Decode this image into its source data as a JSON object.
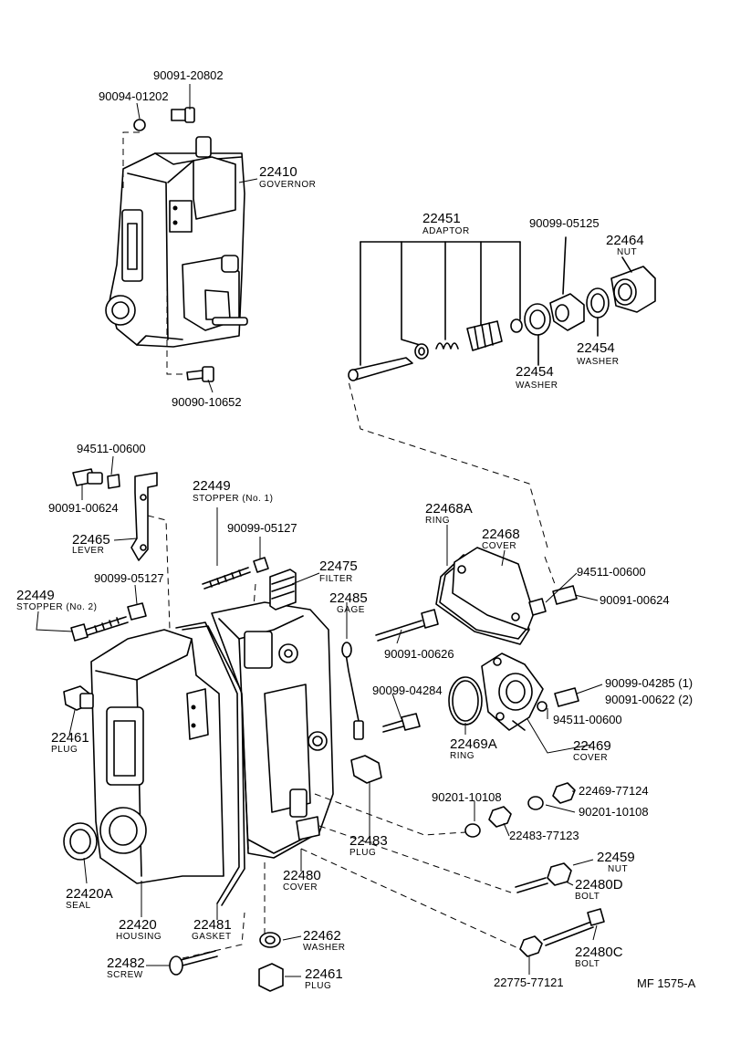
{
  "parts": {
    "p90091_20802": {
      "num": "90091-20802"
    },
    "p90094_01202": {
      "num": "90094-01202"
    },
    "p22410": {
      "num": "22410",
      "name": "GOVERNOR"
    },
    "p90090_10652": {
      "num": "90090-10652"
    },
    "p22451": {
      "num": "22451",
      "name": "ADAPTOR"
    },
    "p90099_05125": {
      "num": "90099-05125"
    },
    "p22464": {
      "num": "22464",
      "name": "NUT"
    },
    "p22454a": {
      "num": "22454",
      "name": "WASHER"
    },
    "p22454b": {
      "num": "22454",
      "name": "WASHER"
    },
    "p94511_00600a": {
      "num": "94511-00600"
    },
    "p90091_00624a": {
      "num": "90091-00624"
    },
    "p22465": {
      "num": "22465",
      "name": "LEVER"
    },
    "p22449a": {
      "num": "22449",
      "name": "STOPPER (No. 1)"
    },
    "p90099_05127a": {
      "num": "90099-05127"
    },
    "p22475": {
      "num": "22475",
      "name": "FILTER"
    },
    "p22468A": {
      "num": "22468A",
      "name": "RING"
    },
    "p22468": {
      "num": "22468",
      "name": "COVER"
    },
    "p94511_00600b": {
      "num": "94511-00600"
    },
    "p90091_00624b": {
      "num": "90091-00624"
    },
    "p22449b": {
      "num": "22449",
      "name": "STOPPER (No. 2)"
    },
    "p90099_05127b": {
      "num": "90099-05127"
    },
    "p22485": {
      "num": "22485",
      "name": "GAGE"
    },
    "p90091_00626": {
      "num": "90091-00626"
    },
    "p90099_04285": {
      "num": "90099-04285 (1)"
    },
    "p90091_00622": {
      "num": "90091-00622 (2)"
    },
    "p90099_04284": {
      "num": "90099-04284"
    },
    "p94511_00600c": {
      "num": "94511-00600"
    },
    "p22469A": {
      "num": "22469A",
      "name": "RING"
    },
    "p22469": {
      "num": "22469",
      "name": "COVER"
    },
    "p22461a": {
      "num": "22461",
      "name": "PLUG"
    },
    "p22469_77124": {
      "num": "22469-77124"
    },
    "p90201_10108a": {
      "num": "90201-10108"
    },
    "p90201_10108b": {
      "num": "90201-10108"
    },
    "p22483_77123": {
      "num": "22483-77123"
    },
    "p22483": {
      "num": "22483",
      "name": "PLUG"
    },
    "p22420A": {
      "num": "22420A",
      "name": "SEAL"
    },
    "p22480": {
      "num": "22480",
      "name": "COVER"
    },
    "p22459": {
      "num": "22459",
      "name": "NUT"
    },
    "p22480D": {
      "num": "22480D",
      "name": "BOLT"
    },
    "p22420": {
      "num": "22420",
      "name": "HOUSING"
    },
    "p22481": {
      "num": "22481",
      "name": "GASKET"
    },
    "p22462": {
      "num": "22462",
      "name": "WASHER"
    },
    "p22480C": {
      "num": "22480C",
      "name": "BOLT"
    },
    "p22482": {
      "num": "22482",
      "name": "SCREW"
    },
    "p22461b": {
      "num": "22461",
      "name": "PLUG"
    },
    "p22775_77121": {
      "num": "22775-77121"
    }
  },
  "footer": {
    "code": "MF  1575-A"
  }
}
